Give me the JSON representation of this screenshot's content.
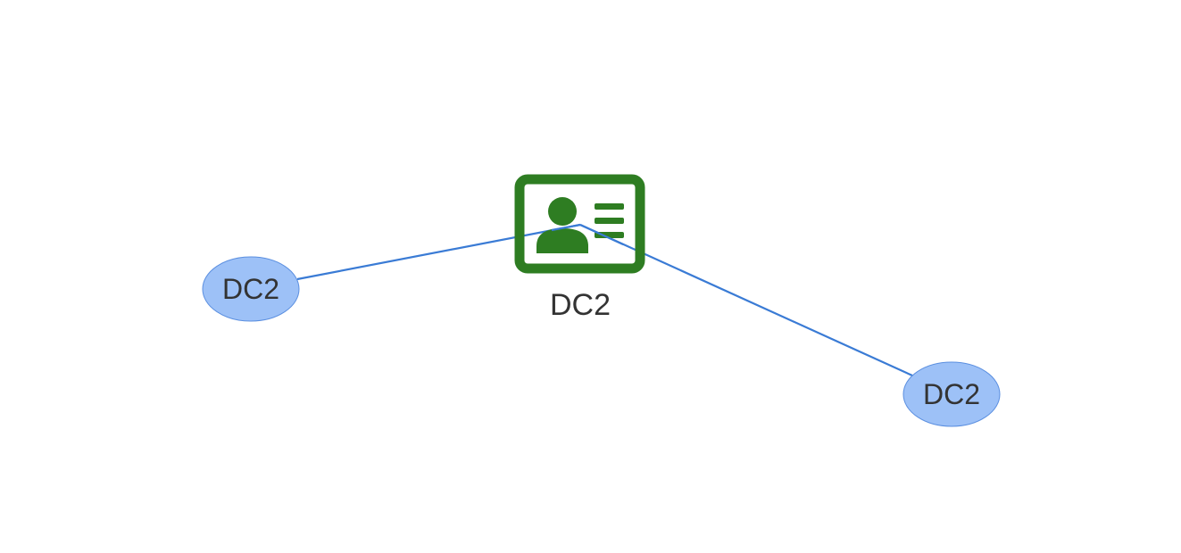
{
  "colors": {
    "edge": "#3a7bd5",
    "ellipse_fill": "#9dc1f7",
    "ellipse_stroke": "#5b8fe0",
    "icon": "#2e7d22",
    "label": "#333333",
    "background": "#ffffff"
  },
  "center_node": {
    "label": "DC2",
    "icon": "id-card-icon"
  },
  "nodes": [
    {
      "label": "DC2"
    },
    {
      "label": "DC2"
    }
  ]
}
